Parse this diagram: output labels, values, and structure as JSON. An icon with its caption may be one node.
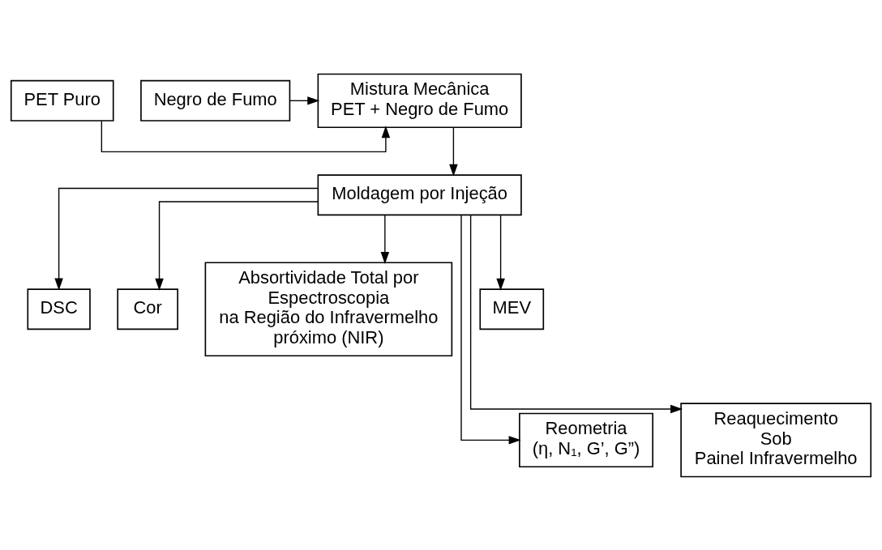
{
  "diagram": {
    "nodes": [
      {
        "text": [
          "PET Puro"
        ]
      },
      {
        "text": [
          "Mistura Mecânica PET + Negro de Fumo"
        ]
      },
      {
        "text": [
          "Negro de Fumo"
        ]
      },
      {
        "text": [
          "Moldagem por Injeção"
        ]
      },
      {
        "text": [
          "DSC"
        ]
      },
      {
        "text": [
          "Cor"
        ]
      },
      {
        "text": [
          "Absortividade Total por Espectroscopia na Região do Infravermelho próximo (NIR)"
        ]
      },
      {
        "text": [
          "MEV"
        ]
      },
      {
        "text": [
          "Reometria (η, N₁, G’, G”)"
        ]
      },
      {
        "text": [
          "Reaquecimento Sob Painel Infravermelho"
        ]
      }
    ],
    "edges": [
      {
        "from": 0,
        "to": 1,
        "arrow": "to"
      },
      {
        "from": 2,
        "to": 1,
        "arrow": "to"
      },
      {
        "from": 1,
        "to": 3,
        "arrow": "to"
      },
      {
        "from": 3,
        "to": 4,
        "arrow": "to"
      },
      {
        "from": 3,
        "to": 5,
        "arrow": "to"
      },
      {
        "from": 3,
        "to": 6,
        "arrow": "to"
      },
      {
        "from": 3,
        "to": 7,
        "arrow": "to"
      },
      {
        "from": 3,
        "to": 8,
        "arrow": "to"
      },
      {
        "from": 3,
        "to": 9,
        "arrow": "to"
      }
    ]
  }
}
